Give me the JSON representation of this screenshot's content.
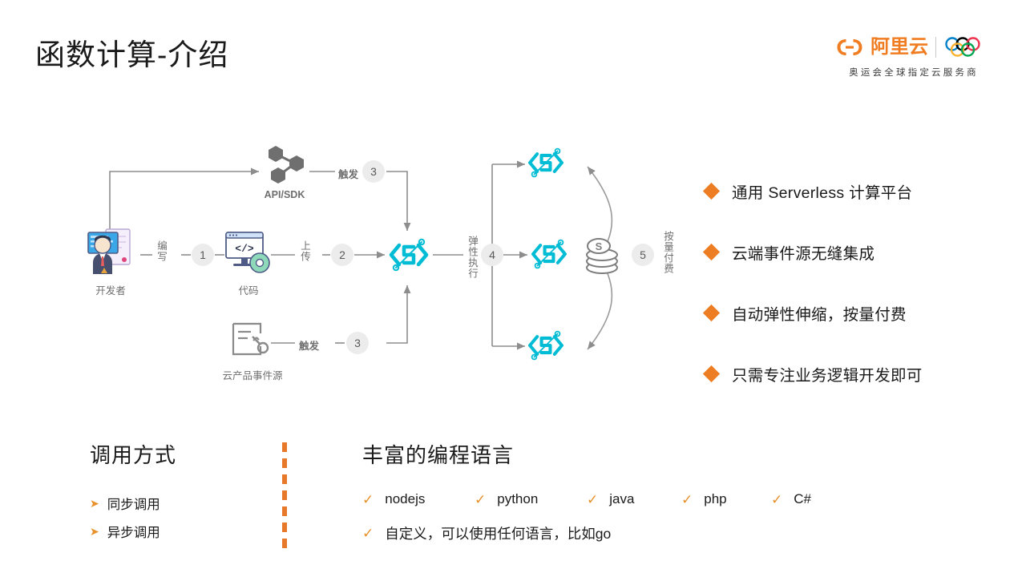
{
  "page": {
    "title": "函数计算-介绍",
    "background": "#ffffff"
  },
  "brand": {
    "name": "阿里云",
    "subtitle": "奥运会全球指定云服务商",
    "mark_icon": "alibaba-cloud-mark-icon",
    "rings_icon": "olympic-rings-icon",
    "accent": "#F07D22"
  },
  "diagram": {
    "nodes": {
      "developer": {
        "caption": "开发者",
        "icon": "developer-monitor-icon"
      },
      "code": {
        "caption": "代码",
        "icon": "code-window-gear-icon"
      },
      "api_sdk": {
        "caption": "API/SDK",
        "icon": "api-sdk-nodes-icon"
      },
      "event_source": {
        "caption": "云产品事件源",
        "icon": "cloud-event-source-icon"
      },
      "fc_main": {
        "caption": "",
        "icon": "function-compute-icon"
      },
      "fc_top": {
        "caption": "",
        "icon": "function-compute-icon"
      },
      "fc_mid": {
        "caption": "",
        "icon": "function-compute-icon"
      },
      "fc_bottom": {
        "caption": "",
        "icon": "function-compute-icon"
      },
      "billing": {
        "caption": "",
        "icon": "coins-stack-icon"
      }
    },
    "edges": {
      "write": "编写",
      "upload": "上传",
      "trigger_api": "触发",
      "trigger_event": "触发",
      "elastic_exec": "弹性执行",
      "pay_as_you_go": "按量付费"
    },
    "steps": {
      "s1": "1",
      "s2": "2",
      "s3_api": "3",
      "s3_event": "3",
      "s4": "4",
      "s5": "5"
    },
    "colors": {
      "fc_cyan": "#00BCD4",
      "line_gray": "#8d8d8d",
      "step_bg": "#ececec"
    }
  },
  "features": {
    "bullet_color": "#ED7D22",
    "items": [
      {
        "label": "通用 Serverless 计算平台"
      },
      {
        "label": "云端事件源无缝集成"
      },
      {
        "label": "自动弹性伸缩，按量付费"
      },
      {
        "label": "只需专注业务逻辑开发即可"
      }
    ]
  },
  "invocation": {
    "title": "调用方式",
    "items": [
      {
        "label": "同步调用"
      },
      {
        "label": "异步调用"
      }
    ],
    "arrow_glyph": "➤"
  },
  "languages": {
    "title": "丰富的编程语言",
    "check_glyph": "✓",
    "items": [
      {
        "label": "nodejs"
      },
      {
        "label": "python"
      },
      {
        "label": "java"
      },
      {
        "label": "php"
      },
      {
        "label": "C#"
      }
    ],
    "custom": {
      "label": "自定义，可以使用任何语言，比如go"
    }
  },
  "divider": {
    "color": "#E8792A",
    "dash_count": 7
  }
}
